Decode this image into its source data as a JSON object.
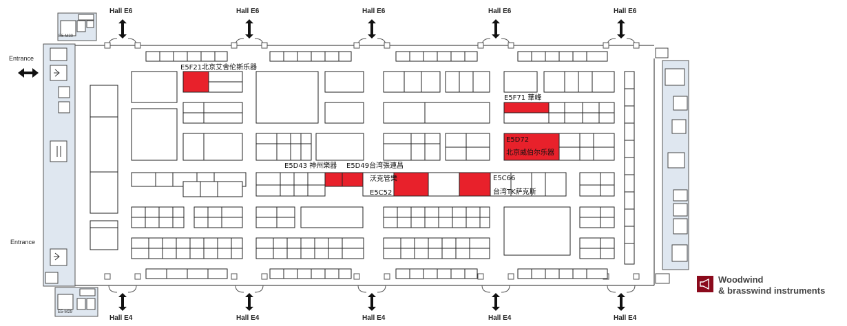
{
  "halls": {
    "top": [
      "Hall E6",
      "Hall E6",
      "Hall E6",
      "Hall E6",
      "Hall E6"
    ],
    "bottom": [
      "Hall E4",
      "Hall E4",
      "Hall E4",
      "Hall E4",
      "Hall E4"
    ]
  },
  "entrances": {
    "left_top": "Entrance",
    "left_bottom": "Entrance"
  },
  "small_rooms": {
    "top_left": "E5-M30",
    "bottom_left": "E5-M29"
  },
  "highlight_color": "#e8212b",
  "booths": {
    "e5f21": "E5F21北京艾舍伦斯乐器",
    "e5f71": "E5F71 華峰",
    "e5d72_code": "E5D72",
    "e5d72_name": "北京威伯尔乐器",
    "e5d43": "E5D43 神州樂器",
    "e5d49": "E5D49台湾張連昌",
    "e5c52_name": "沃克管樂",
    "e5c52_code": "E5C52",
    "e5c66_code": "E5C66",
    "e5c66_name": "台湾TK萨克斯"
  },
  "legend": {
    "line1": "Woodwind",
    "line2": "& brasswind instruments",
    "color": "#8b0a1c",
    "icon": "trumpet-icon"
  }
}
